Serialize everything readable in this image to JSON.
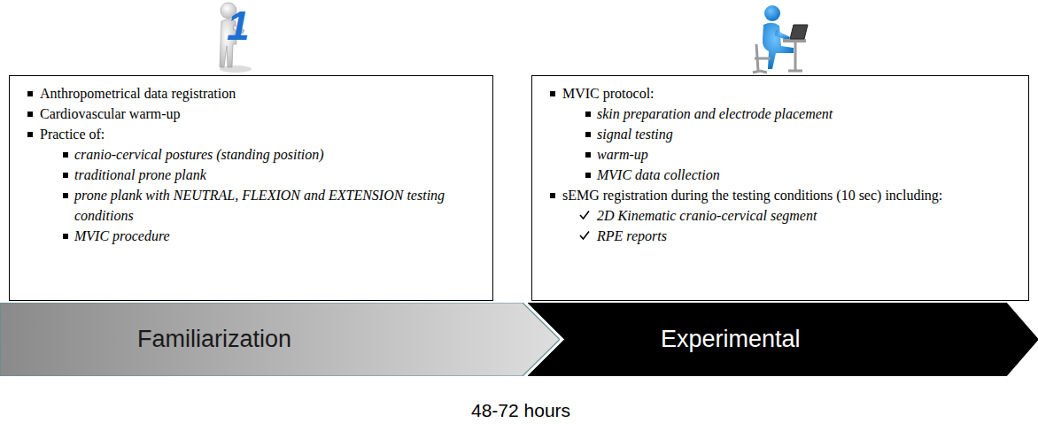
{
  "diagram": {
    "nodes": [
      {
        "text": [
          "Anthropometrical data registration",
          "Cardiovascular warm-up",
          "Practice of:",
          "cranio-cervical postures (standing position)",
          "traditional prone plank",
          "prone plank with NEUTRAL, FLEXION and EXTENSION testing conditions",
          "MVIC procedure"
        ]
      },
      {
        "text": [
          "MVIC protocol:",
          "skin preparation and electrode placement",
          "signal testing",
          "warm-up",
          "MVIC data collection",
          "sEMG registration during the testing conditions (10 sec) including:",
          "2D Kinematic cranio-cervical segment",
          "RPE reports"
        ]
      },
      {
        "text": [
          "Familiarization"
        ]
      },
      {
        "text": [
          "Experimental"
        ]
      }
    ],
    "labels": [
      "1",
      "48-72 hours"
    ]
  }
}
